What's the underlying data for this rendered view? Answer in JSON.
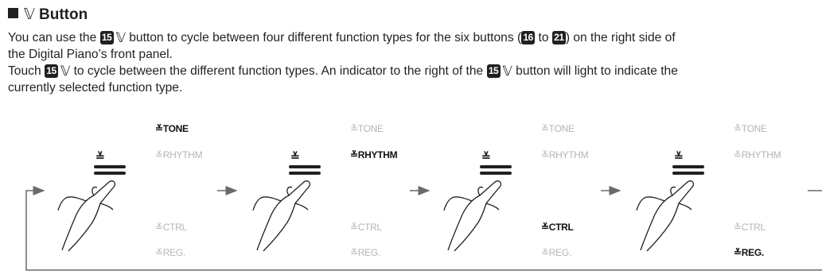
{
  "section": {
    "title": "Button",
    "symbol": "𝕍"
  },
  "paragraphs": {
    "p1": {
      "t1": "You can use the ",
      "button_number": "15",
      "t2": " button to cycle between four different function types for the six buttons (",
      "range_start": "16",
      "t3": " to ",
      "range_end": "21",
      "t4": ") on the right side of",
      "line2": "the Digital Piano’s front panel."
    },
    "p2": {
      "t1": "Touch ",
      "button_number": "15",
      "t2": " to cycle between the different function types. An indicator to the right of the ",
      "button_number_b": "15",
      "t3": " button will light to indicate the",
      "line2": "currently selected function type."
    }
  },
  "diagram": {
    "indicator_symbol": "≚",
    "button_symbol": "≚",
    "labels": [
      "TONE",
      "RHYTHM",
      "CTRL",
      "REG."
    ],
    "panels": [
      {
        "selected": "TONE"
      },
      {
        "selected": "RHYTHM"
      },
      {
        "selected": "CTRL"
      },
      {
        "selected": "REG."
      }
    ]
  }
}
